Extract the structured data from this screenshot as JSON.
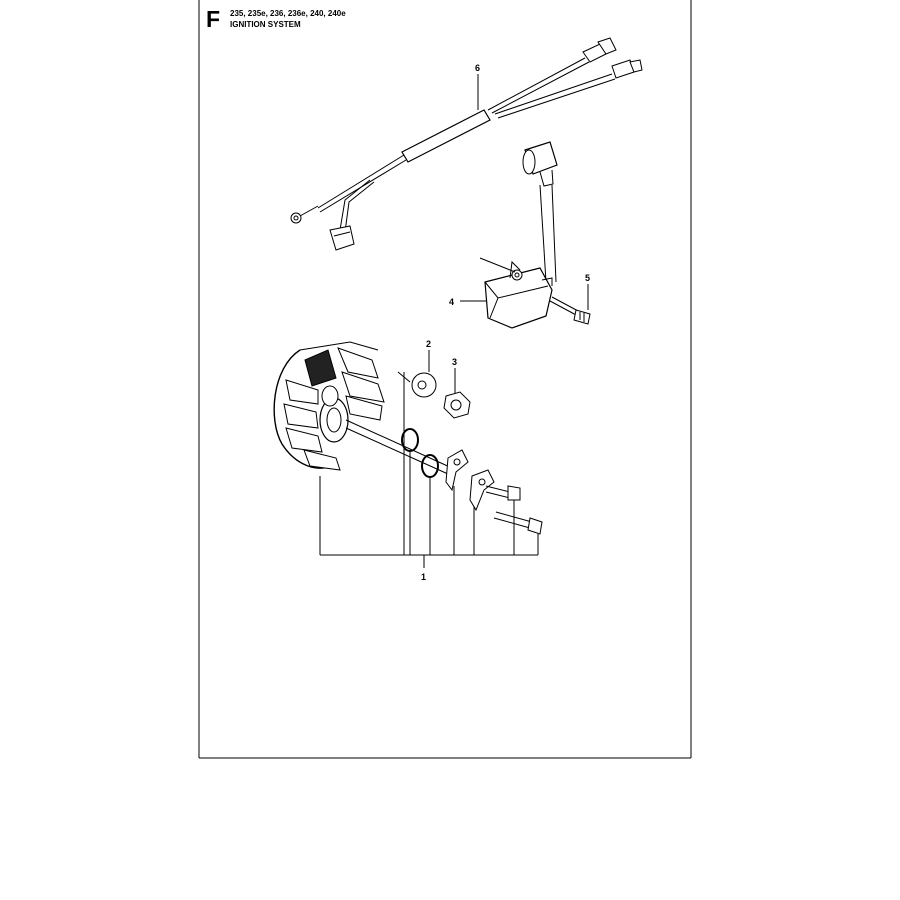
{
  "header": {
    "section_letter": "F",
    "models": "235, 235e, 236, 236e, 240, 240e",
    "title": "IGNITION SYSTEM"
  },
  "callouts": [
    "1",
    "2",
    "3",
    "4",
    "5",
    "6"
  ],
  "parts": [
    {
      "number": "1",
      "label": "flywheel-assembly"
    },
    {
      "number": "2",
      "label": "washer"
    },
    {
      "number": "3",
      "label": "nut"
    },
    {
      "number": "4",
      "label": "ignition-module"
    },
    {
      "number": "5",
      "label": "screw"
    },
    {
      "number": "6",
      "label": "cable-harness"
    }
  ]
}
